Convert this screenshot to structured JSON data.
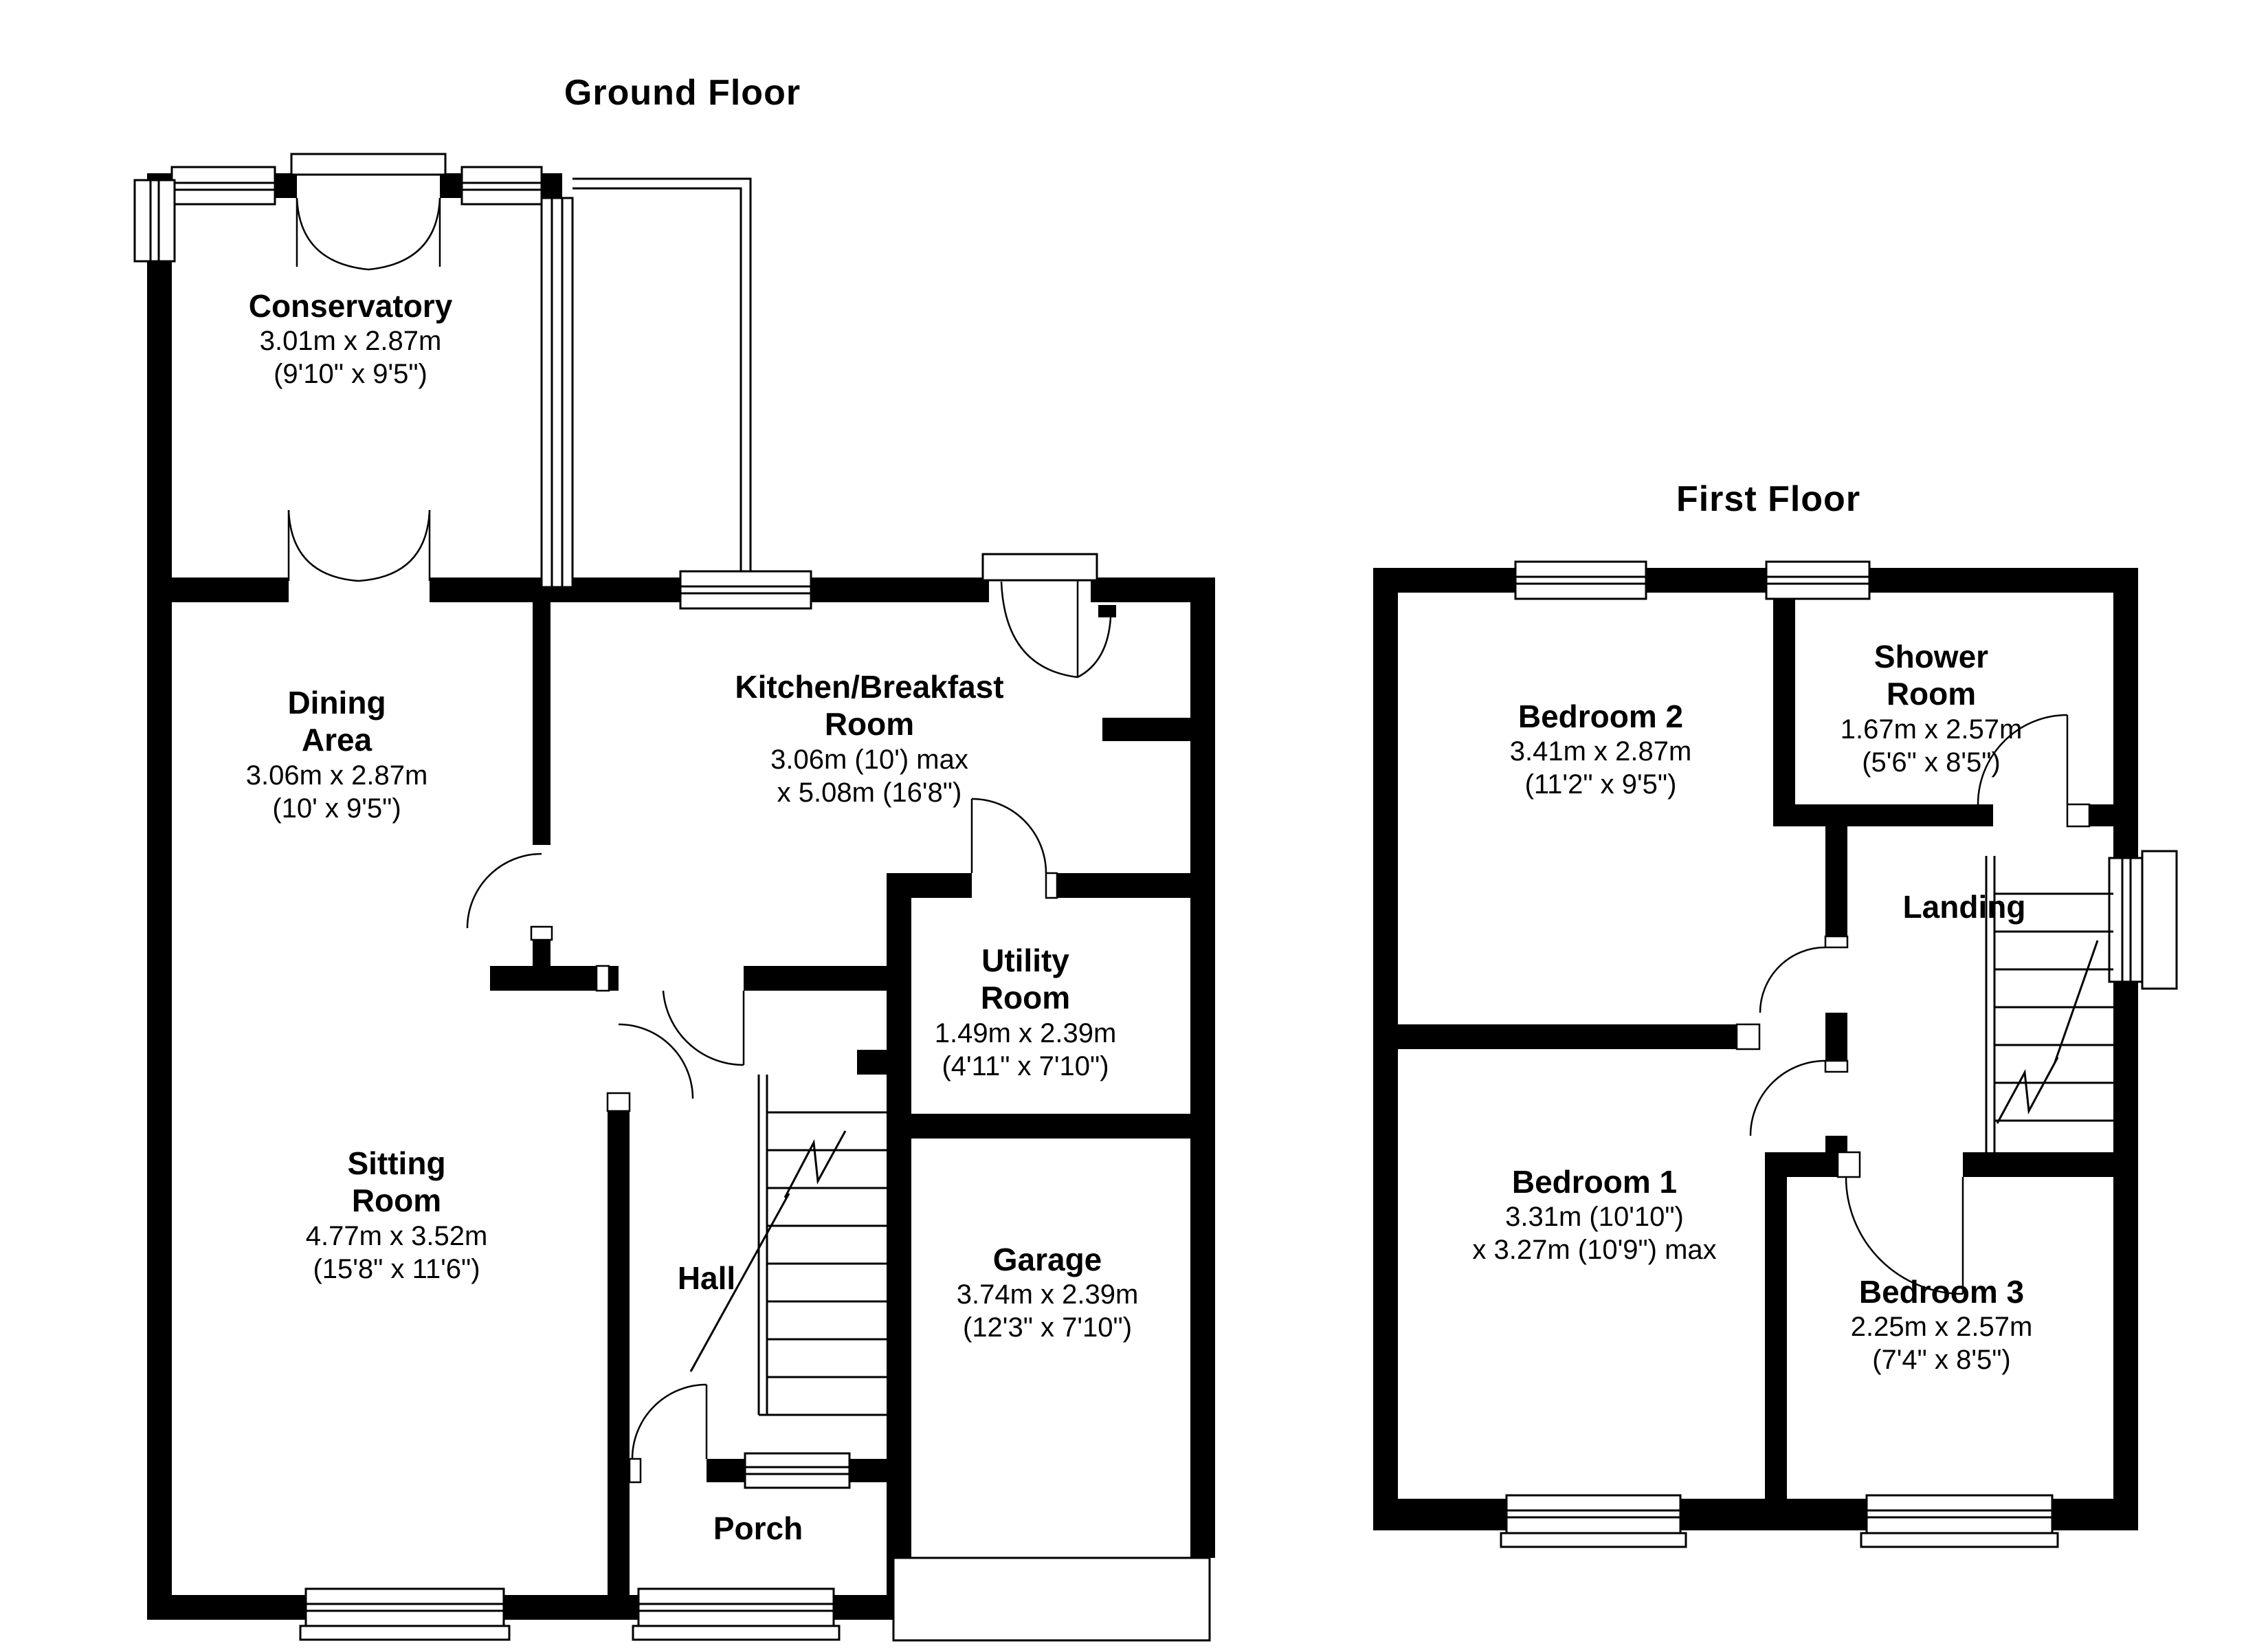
{
  "colors": {
    "wall": "#000000",
    "background": "#ffffff",
    "line": "#000000"
  },
  "ground_floor": {
    "title": "Ground Floor",
    "rooms": [
      {
        "name": "Conservatory",
        "dim1": "3.01m x 2.87m",
        "dim2": "(9'10\" x 9'5\")"
      },
      {
        "name": "Dining\nArea",
        "dim1": "3.06m x 2.87m",
        "dim2": "(10' x 9'5\")"
      },
      {
        "name": "Kitchen/Breakfast\nRoom",
        "dim1": "3.06m (10') max",
        "dim2": "x 5.08m (16'8\")"
      },
      {
        "name": "Utility\nRoom",
        "dim1": "1.49m x 2.39m",
        "dim2": "(4'11\" x 7'10\")"
      },
      {
        "name": "Sitting\nRoom",
        "dim1": "4.77m x 3.52m",
        "dim2": "(15'8\" x 11'6\")"
      },
      {
        "name": "Hall",
        "dim1": "",
        "dim2": ""
      },
      {
        "name": "Porch",
        "dim1": "",
        "dim2": ""
      },
      {
        "name": "Garage",
        "dim1": "3.74m x 2.39m",
        "dim2": "(12'3\" x 7'10\")"
      }
    ]
  },
  "first_floor": {
    "title": "First Floor",
    "rooms": [
      {
        "name": "Bedroom 2",
        "dim1": "3.41m x 2.87m",
        "dim2": "(11'2\" x 9'5\")"
      },
      {
        "name": "Shower\nRoom",
        "dim1": "1.67m x 2.57m",
        "dim2": "(5'6\" x 8'5\")"
      },
      {
        "name": "Landing",
        "dim1": "",
        "dim2": ""
      },
      {
        "name": "Bedroom 1",
        "dim1": "3.31m (10'10\")",
        "dim2": "x 3.27m (10'9\") max"
      },
      {
        "name": "Bedroom 3",
        "dim1": "2.25m x 2.57m",
        "dim2": "(7'4\" x 8'5\")"
      }
    ]
  }
}
